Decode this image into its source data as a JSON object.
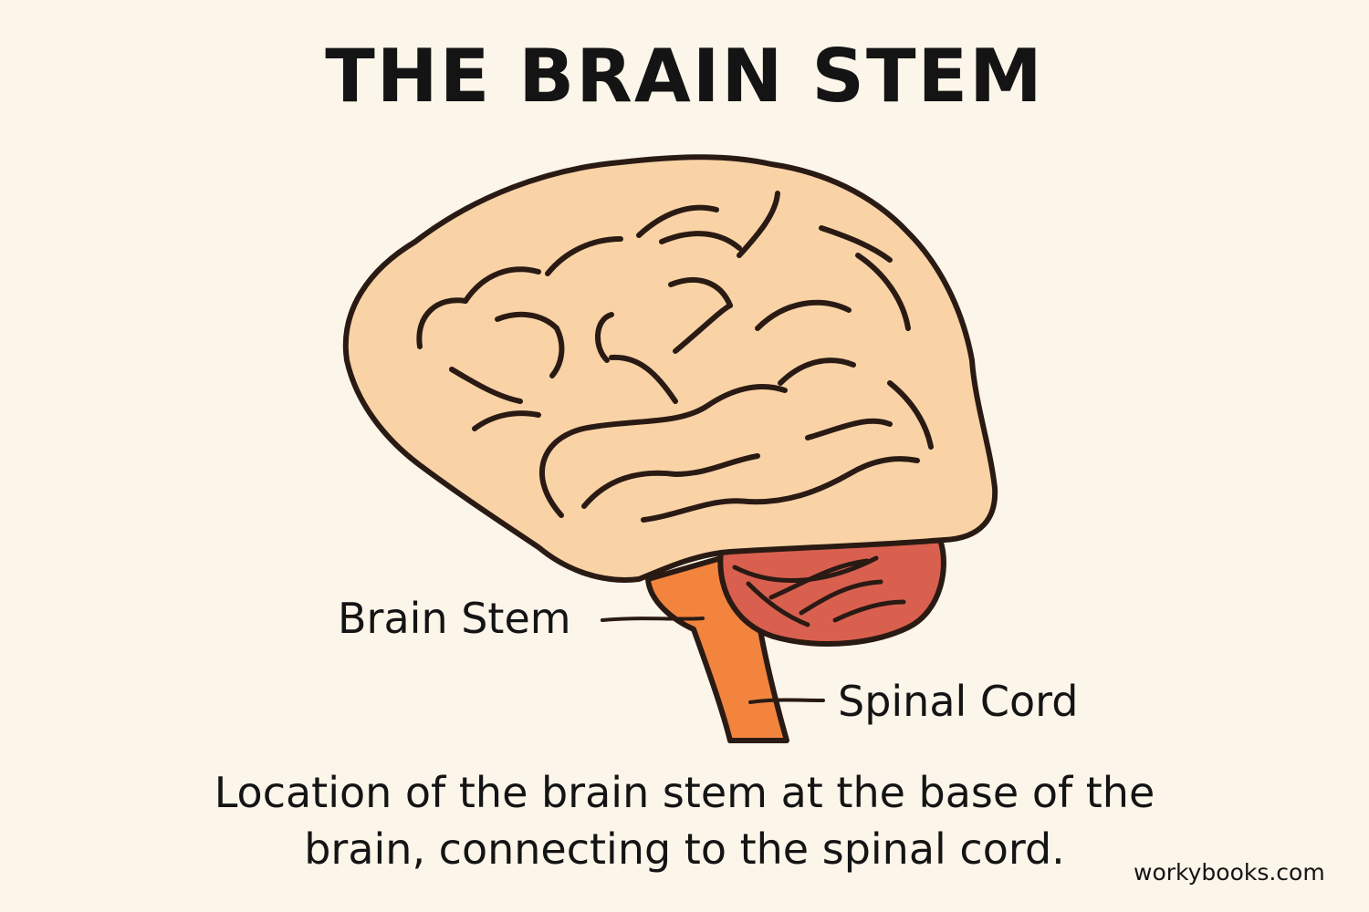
{
  "title": "THE BRAIN STEM",
  "labels": {
    "brain_stem": "Brain Stem",
    "spinal_cord": "Spinal Cord"
  },
  "caption": {
    "line1": "Location of the brain stem at the base of the",
    "line2": "brain, connecting to the spinal cord."
  },
  "watermark": "workybooks.com",
  "colors": {
    "background": "#fcf5ea",
    "cerebrum": "#f9d3a6",
    "cerebellum": "#d9604f",
    "brain_stem": "#f2843e",
    "outline": "#2a1a14"
  }
}
